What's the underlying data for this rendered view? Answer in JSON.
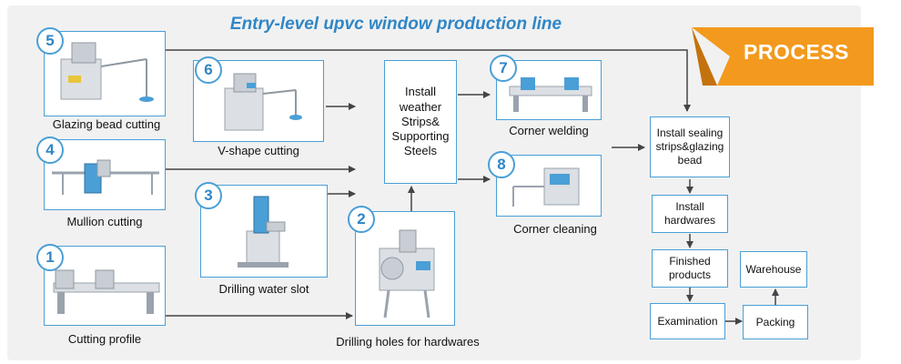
{
  "title": "Entry-level upvc window production line",
  "ribbon": {
    "label": "PROCESS"
  },
  "steps": [
    {
      "number": "1",
      "label": "Cutting profile"
    },
    {
      "number": "2",
      "label": "Drilling holes for hardwares"
    },
    {
      "number": "3",
      "label": "Drilling water slot"
    },
    {
      "number": "4",
      "label": "Mullion cutting"
    },
    {
      "number": "5",
      "label": "Glazing bead cutting"
    },
    {
      "number": "6",
      "label": "V-shape cutting"
    },
    {
      "number": "7",
      "label": "Corner welding"
    },
    {
      "number": "8",
      "label": "Corner cleaning"
    }
  ],
  "install_weather": {
    "lines": [
      "Install",
      "weather",
      "Strips&",
      "Supporting",
      "Steels"
    ]
  },
  "process": {
    "sealing": [
      "Install sealing",
      "strips&glazing",
      "bead"
    ],
    "hardwares": [
      "Install",
      "hardwares"
    ],
    "finished": [
      "Finished",
      "products"
    ],
    "examination": "Examination",
    "packing": "Packing",
    "warehouse": "Warehouse"
  },
  "colors": {
    "accent": "#4a9fd6",
    "title": "#2f86c6",
    "ribbon": "#f39a1e",
    "arrow": "#444444"
  }
}
